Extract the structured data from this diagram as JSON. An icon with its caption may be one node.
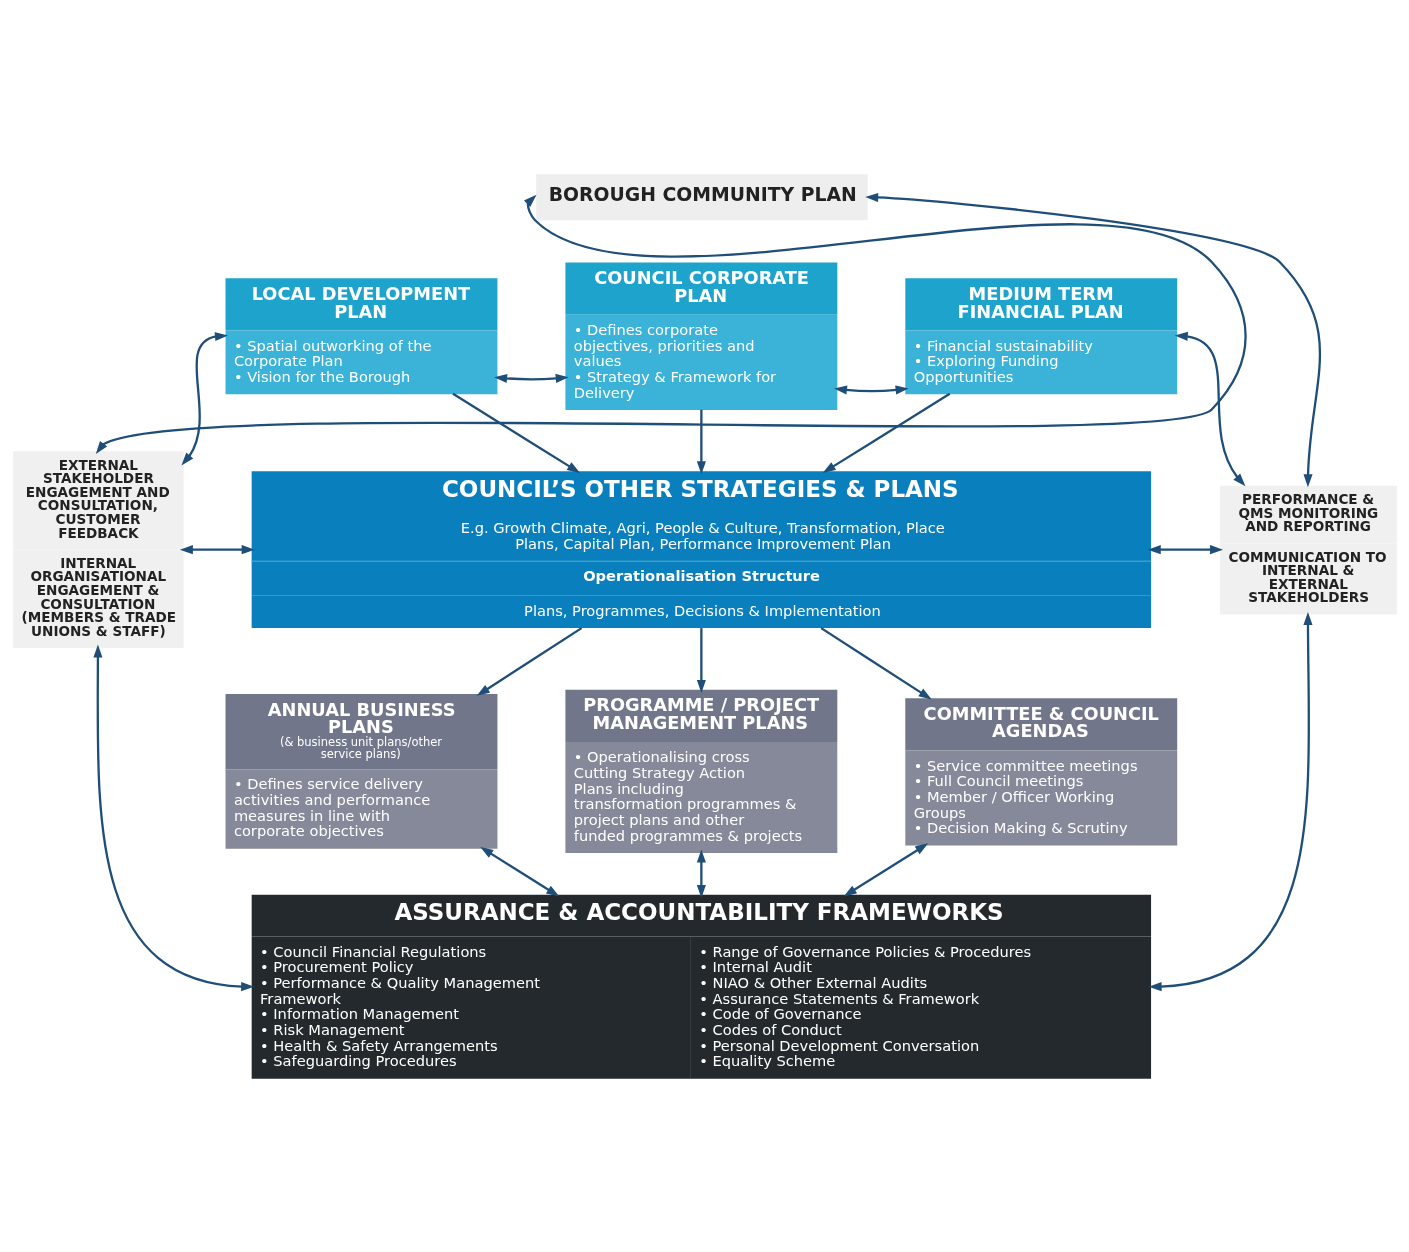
{
  "diagram": {
    "nodes": [
      {
        "text": [
          "EXTERNAL STAKEHOLDER ENGAGEMENT AND CONSULTATION, CUSTOMER FEEDBACK",
          "INTERNAL ORGANISATIONAL ENGAGEMENT & CONSULTATION (MEMBERS & TRADE UNIONS & STAFF)"
        ]
      },
      {
        "text": [
          "PERFORMANCE & QMS MONITORING AND REPORTING",
          "COMMUNICATION TO INTERNAL & EXTERNAL STAKEHOLDERS"
        ]
      },
      {
        "text": [
          "BOROUGH COMMUNITY PLAN"
        ]
      },
      {
        "text": [
          "LOCAL DEVELOPMENT PLAN",
          "• Spatial outworking of the Corporate Plan",
          "• Vision for the Borough"
        ]
      },
      {
        "text": [
          "COUNCIL CORPORATE PLAN",
          "• Defines corporate objectives, priorities and values",
          "• Strategy & Framework for Delivery"
        ]
      },
      {
        "text": [
          "MEDIUM TERM FINANCIAL PLAN",
          "• Financial sustainability",
          "• Exploring Funding Opportunities"
        ]
      },
      {
        "text": [
          "COUNCIL’S OTHER STRATEGIES & PLANS",
          "E.g. Growth Climate, Agri, People & Culture, Transformation, Place Plans, Capital Plan, Performance Improvement Plan",
          "Operationalisation Structure",
          "Plans, Programmes, Decisions & Implementation"
        ]
      },
      {
        "text": [
          "ANNUAL BUSINESS PLANS",
          "(& business unit plans/other service plans)",
          "• Defines service delivery activities and performance measures in line with corporate objectives"
        ]
      },
      {
        "text": [
          "PROGRAMME / PROJECT MANAGEMENT PLANS",
          "• Operationalising cross Cutting Strategy Action Plans including transformation programmes & project plans and other funded programmes & projects"
        ]
      },
      {
        "text": [
          "COMMITTEE & COUNCIL AGENDAS",
          "• Service committee meetings",
          "• Full Council meetings",
          "• Member / Officer Working Groups",
          "• Decision Making & Scrutiny"
        ]
      },
      {
        "text": [
          "ASSURANCE & ACCOUNTABILITY FRAMEWORKS",
          "• Council Financial Regulations",
          "• Procurement Policy",
          "• Performance & Quality Management Framework",
          "• Information Management",
          "• Risk Management",
          "• Health & Safety Arrangements",
          "• Safeguarding Procedures",
          "• Range of Governance Policies & Procedures",
          "• Internal Audit",
          "• NIAO & Other External Audits",
          "• Assurance Statements & Framework",
          "• Code of Governance",
          "• Codes of Conduct",
          "• Personal Development Conversation",
          "• Equality Scheme"
        ]
      }
    ],
    "edges": [
      {
        "from": 0,
        "to": 2,
        "arrow": "both"
      },
      {
        "from": 0,
        "to": 3,
        "arrow": "both"
      },
      {
        "from": 0,
        "to": 6,
        "arrow": "both"
      },
      {
        "from": 0,
        "to": 10,
        "arrow": "both"
      },
      {
        "from": 2,
        "to": 1,
        "arrow": "both"
      },
      {
        "from": 5,
        "to": 1,
        "arrow": "both"
      },
      {
        "from": 6,
        "to": 1,
        "arrow": "both"
      },
      {
        "from": 10,
        "to": 1,
        "arrow": "both"
      },
      {
        "from": 3,
        "to": 4,
        "arrow": "both"
      },
      {
        "from": 4,
        "to": 5,
        "arrow": "both"
      },
      {
        "from": 3,
        "to": 6,
        "arrow": "to"
      },
      {
        "from": 4,
        "to": 6,
        "arrow": "to"
      },
      {
        "from": 5,
        "to": 6,
        "arrow": "to"
      },
      {
        "from": 6,
        "to": 7,
        "arrow": "to"
      },
      {
        "from": 6,
        "to": 8,
        "arrow": "to"
      },
      {
        "from": 6,
        "to": 9,
        "arrow": "to"
      },
      {
        "from": 7,
        "to": 10,
        "arrow": "both"
      },
      {
        "from": 8,
        "to": 10,
        "arrow": "both"
      },
      {
        "from": 9,
        "to": 10,
        "arrow": "both"
      }
    ]
  }
}
